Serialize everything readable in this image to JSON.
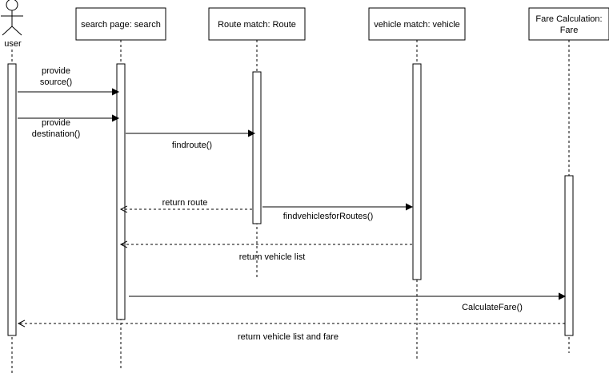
{
  "actor": {
    "label": "user"
  },
  "participants": [
    {
      "id": "search",
      "lines": [
        "search page: search"
      ]
    },
    {
      "id": "route",
      "lines": [
        "Route match: Route"
      ]
    },
    {
      "id": "vehicle",
      "lines": [
        "vehicle match: vehicle"
      ]
    },
    {
      "id": "fare",
      "lines": [
        "Fare Calculation:",
        "Fare"
      ]
    }
  ],
  "messages": [
    {
      "id": "provide-source",
      "from": "user",
      "to": "search",
      "type": "sync",
      "lines": [
        "provide",
        "source()"
      ]
    },
    {
      "id": "provide-destination",
      "from": "user",
      "to": "search",
      "type": "sync",
      "lines": [
        "provide",
        "destination()"
      ]
    },
    {
      "id": "findroute",
      "from": "search",
      "to": "route",
      "type": "sync",
      "lines": [
        "findroute()"
      ]
    },
    {
      "id": "return-route",
      "from": "route",
      "to": "search",
      "type": "return",
      "lines": [
        "return route"
      ]
    },
    {
      "id": "findvehiclesforroutes",
      "from": "route",
      "to": "vehicle",
      "type": "sync",
      "lines": [
        "findvehiclesforRoutes()"
      ]
    },
    {
      "id": "return-vehicle-list",
      "from": "vehicle",
      "to": "search",
      "type": "return",
      "lines": [
        "return vehicle list"
      ]
    },
    {
      "id": "calculatefare",
      "from": "search",
      "to": "fare",
      "type": "sync",
      "lines": [
        "CalculateFare()"
      ]
    },
    {
      "id": "return-vehicle-list-and-fare",
      "from": "fare",
      "to": "user",
      "type": "return",
      "lines": [
        "return vehicle list and fare"
      ]
    }
  ]
}
